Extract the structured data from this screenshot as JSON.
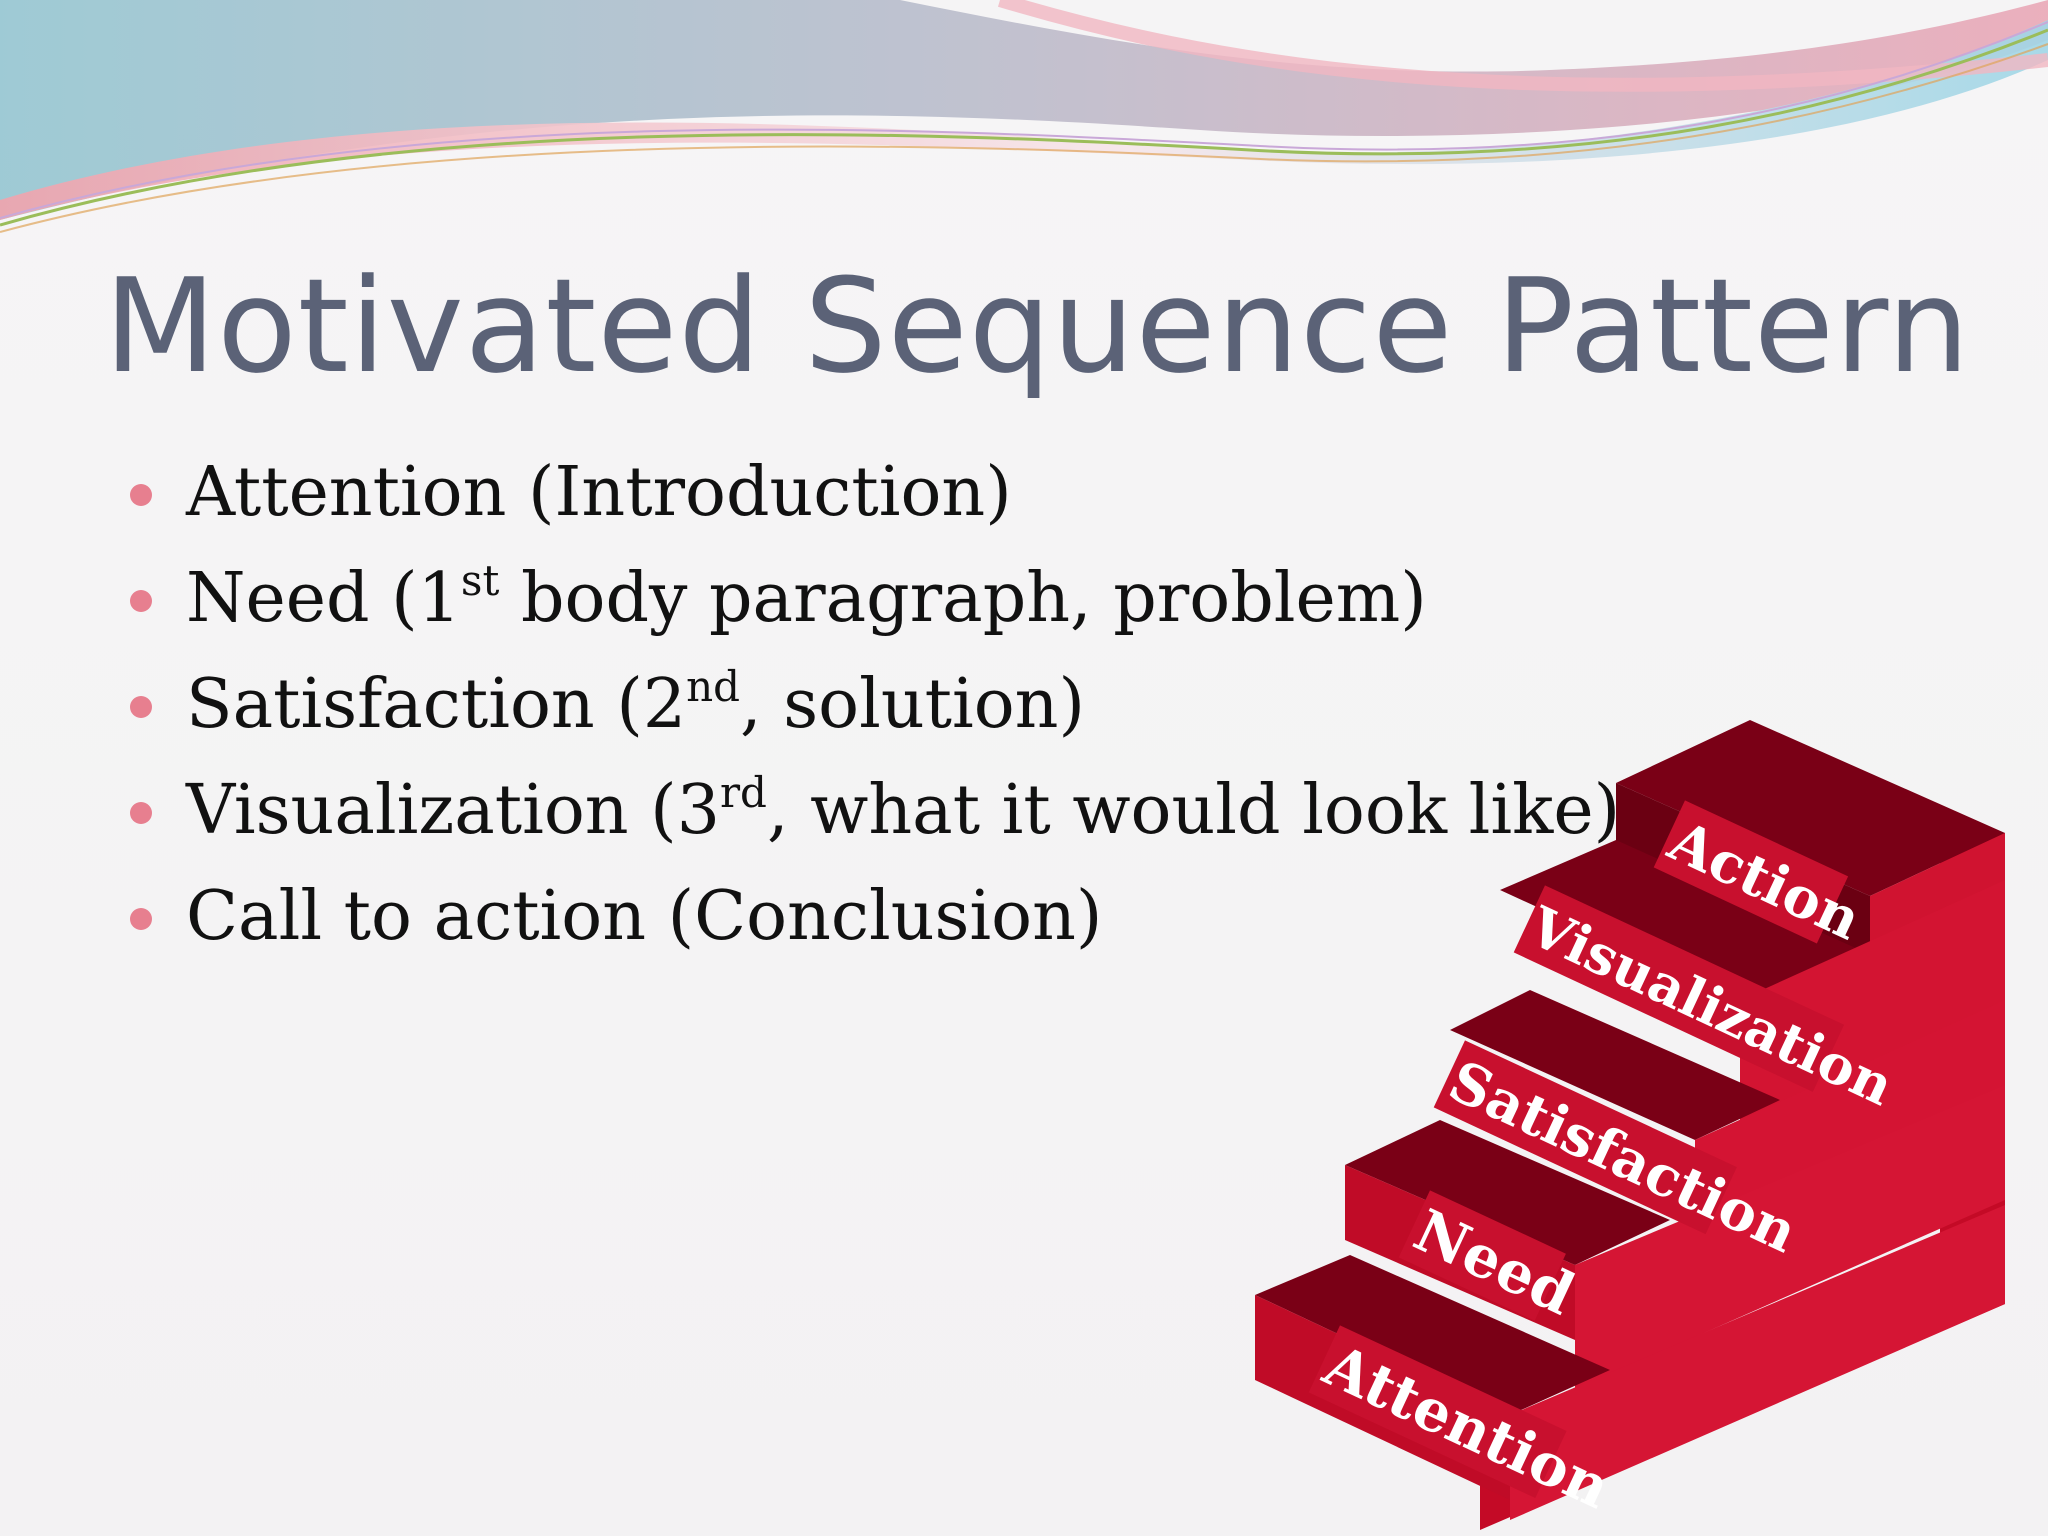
{
  "slide": {
    "title": "Motivated Sequence Pattern",
    "bullets": [
      {
        "text_before": "Attention (Introduction)",
        "superscript": "",
        "text_after": ""
      },
      {
        "text_before": "Need (1",
        "superscript": "st",
        "text_after": " body paragraph, problem)"
      },
      {
        "text_before": "Satisfaction (2",
        "superscript": "nd",
        "text_after": ", solution)"
      },
      {
        "text_before": "Visualization (3",
        "superscript": "rd",
        "text_after": ", what it would look like)"
      },
      {
        "text_before": "Call to action (Conclusion)",
        "superscript": "",
        "text_after": ""
      }
    ]
  },
  "staircase": {
    "steps": [
      "Attention",
      "Need",
      "Satisfaction",
      "Visualization",
      "Action"
    ]
  },
  "colors": {
    "title": "#5b6277",
    "bullet_dot": "#e77f8f",
    "step_front": "#d4102d",
    "step_top": "#7a0016",
    "step_side": "#c40a26"
  }
}
